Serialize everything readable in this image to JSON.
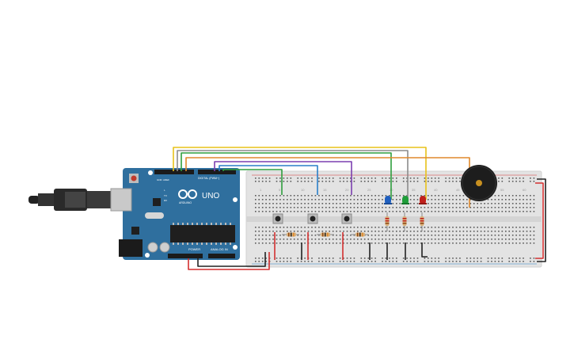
{
  "arduino": {
    "brand": "UNO",
    "sub_brand": "ARDUINO",
    "digital_label": "DIGITAL (PWM~)",
    "power_label": "POWER",
    "analog_label": "ANALOG IN",
    "aref_label": "AREF",
    "gnd_label": "GND",
    "tx_label": "TX",
    "rx_label": "RX",
    "l_label": "L"
  },
  "breadboard": {
    "column_numbers": [
      "1",
      "5",
      "10",
      "15",
      "20",
      "25",
      "30",
      "35",
      "40",
      "45",
      "50",
      "55",
      "60"
    ]
  },
  "colors": {
    "board": "#2f6f9e",
    "breadboard": "#e3e3e3",
    "wire_red": "#d32f2f",
    "wire_black": "#222222",
    "wire_yellow": "#e8c21a",
    "wire_green": "#2e9e3e",
    "wire_purple": "#7b3fb0",
    "wire_blue": "#2a7fc9",
    "wire_orange": "#e0892b",
    "wire_gray": "#8c8c8c",
    "led_blue": "#1f5fbf",
    "led_green": "#1f9e3a",
    "led_red": "#c0201c"
  },
  "components": [
    "usb-cable",
    "arduino-uno",
    "breadboard",
    "push-button",
    "resistor",
    "led",
    "piezo-buzzer"
  ]
}
